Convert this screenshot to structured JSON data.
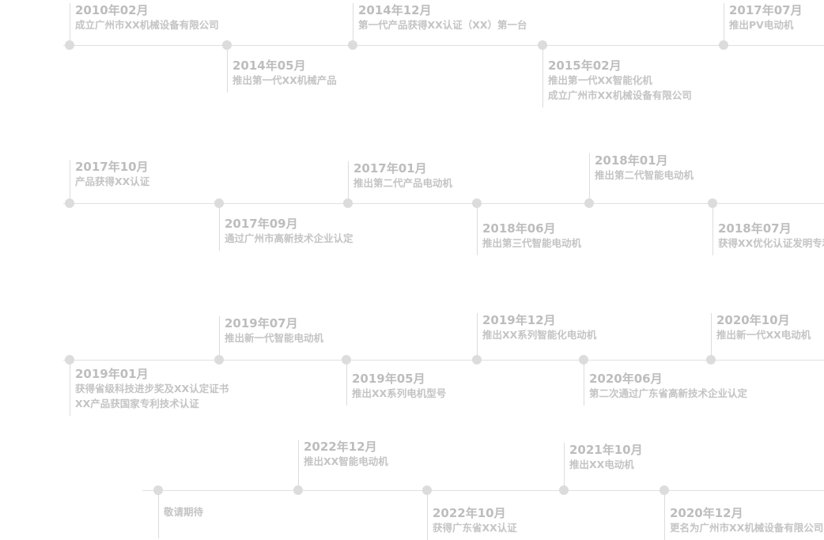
{
  "timeline": [
    {
      "date": "2010年02月",
      "lines": [
        "成立广州市XX机械设备有限公司"
      ]
    },
    {
      "date": "2014年05月",
      "lines": [
        "推出第一代XX机械产品"
      ]
    },
    {
      "date": "2014年12月",
      "lines": [
        "第一代产品获得XX认证（XX）第一台"
      ]
    },
    {
      "date": "2015年02月",
      "lines": [
        "推出第一代XX智能化机",
        "成立广州市XX机械设备有限公司"
      ]
    },
    {
      "date": "2017年07月",
      "lines": [
        "推出PV电动机"
      ]
    },
    {
      "date": "2017年10月",
      "lines": [
        "产品获得XX认证"
      ]
    },
    {
      "date": "2017年09月",
      "lines": [
        "通过广州市高新技术企业认定"
      ]
    },
    {
      "date": "2017年01月",
      "lines": [
        "推出第二代产品电动机"
      ]
    },
    {
      "date": "2018年06月",
      "lines": [
        "推出第三代智能电动机"
      ]
    },
    {
      "date": "2018年01月",
      "lines": [
        "推出第二代智能电动机"
      ]
    },
    {
      "date": "2018年07月",
      "lines": [
        "获得XX优化认证发明专利"
      ]
    },
    {
      "date": "2019年01月",
      "lines": [
        "获得省级科技进步奖及XX认定证书",
        "XX产品获国家专利技术认证"
      ]
    },
    {
      "date": "2019年07月",
      "lines": [
        "推出新一代智能电动机"
      ]
    },
    {
      "date": "2019年05月",
      "lines": [
        "推出XX系列电机型号"
      ]
    },
    {
      "date": "2019年12月",
      "lines": [
        "推出XX系列智能化电动机"
      ]
    },
    {
      "date": "2020年06月",
      "lines": [
        "第二次通过广东省高新技术企业认定"
      ]
    },
    {
      "date": "2020年10月",
      "lines": [
        "推出新一代XX电动机"
      ]
    },
    {
      "date": "",
      "lines": [
        "敬请期待"
      ]
    },
    {
      "date": "2022年12月",
      "lines": [
        "推出XX智能电动机"
      ]
    },
    {
      "date": "2022年10月",
      "lines": [
        "获得广东省XX认证"
      ]
    },
    {
      "date": "2021年10月",
      "lines": [
        "推出XX电动机"
      ]
    },
    {
      "date": "2020年12月",
      "lines": [
        "更名为广州市XX机械设备有限公司"
      ]
    }
  ]
}
